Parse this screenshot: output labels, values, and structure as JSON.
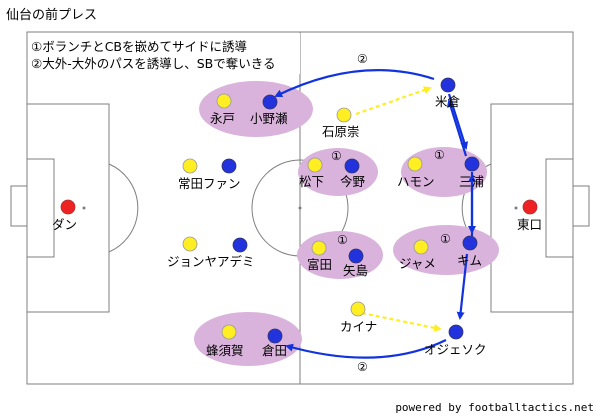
{
  "title": "仙台の前プレス",
  "credit": "powered by footballtactics.net",
  "notes": [
    "①ボランチとCBを嵌めてサイドに誘導",
    "②大外-大外のパスを誘導し、SBで奪いきる"
  ],
  "markers": {
    "one": "①",
    "two": "②"
  },
  "colors": {
    "pitch_line": "#7f7f7f",
    "player_blue": "#2233dd",
    "player_yellow": "#ffee22",
    "player_red": "#ee2222",
    "zone": "#d9b3dc",
    "arrow_blue": "#1133dd",
    "arrow_yellow": "#ffee22"
  },
  "players": {
    "yellow": [
      "永戸",
      "石原崇",
      "常田ファン",
      "松下",
      "ハモン",
      "ジョンヤアデミ",
      "富田",
      "ジャメ",
      "カイナ",
      "蜂須賀"
    ],
    "blue": [
      "小野瀬",
      "米倉",
      "今野",
      "三浦",
      "キム",
      "矢島",
      "オジェソク",
      "倉田"
    ],
    "red": [
      "ダン",
      "東口"
    ]
  }
}
